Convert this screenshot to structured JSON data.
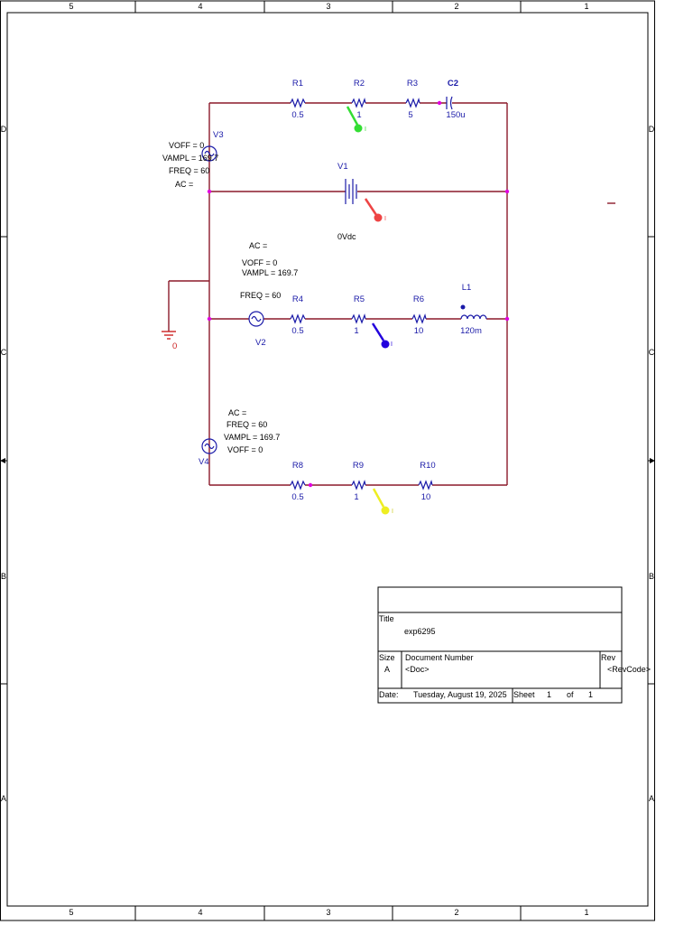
{
  "border": {
    "columns": [
      "5",
      "4",
      "3",
      "2",
      "1"
    ],
    "rows": [
      "D",
      "C",
      "B",
      "A"
    ]
  },
  "parts": {
    "R1": {
      "ref": "R1",
      "value": "0.5"
    },
    "R2": {
      "ref": "R2",
      "value": "1"
    },
    "R3": {
      "ref": "R3",
      "value": "5"
    },
    "C2": {
      "ref": "C2",
      "value": "150u"
    },
    "V1": {
      "ref": "V1",
      "value": "0Vdc"
    },
    "R4": {
      "ref": "R4",
      "value": "0.5"
    },
    "R5": {
      "ref": "R5",
      "value": "1"
    },
    "R6": {
      "ref": "R6",
      "value": "10"
    },
    "L1": {
      "ref": "L1",
      "value": "120m"
    },
    "R8": {
      "ref": "R8",
      "value": "0.5"
    },
    "R9": {
      "ref": "R9",
      "value": "1"
    },
    "R10": {
      "ref": "R10",
      "value": "10"
    }
  },
  "sources": {
    "V3": {
      "ref": "V3",
      "voff": "VOFF = 0",
      "vampl": "VAMPL = 169.7",
      "freq": "FREQ = 60",
      "ac": "AC ="
    },
    "V2": {
      "ref": "V2",
      "ac": "AC =",
      "voff": "VOFF = 0",
      "vampl": "VAMPL = 169.7",
      "freq": "FREQ = 60"
    },
    "V4": {
      "ref": "V4",
      "ac": "AC =",
      "freq": "FREQ = 60",
      "vampl": "VAMPL = 169.7",
      "voff": "VOFF = 0"
    }
  },
  "ground": {
    "label": "0"
  },
  "probes": {
    "green": {
      "label": "I",
      "color": "#33dd33"
    },
    "red": {
      "label": "I",
      "color": "#ee4444"
    },
    "blue": {
      "label": "I",
      "color": "#2200dd"
    },
    "yellow": {
      "label": "I",
      "color": "#eeee22"
    }
  },
  "title_block": {
    "title_label": "Title",
    "title": "exp6295",
    "size_label": "Size",
    "size": "A",
    "docnum_label": "Document  Number",
    "doc": "<Doc>",
    "rev_label": "Rev",
    "rev": "<RevCode>",
    "date_label": "Date:",
    "date": "Tuesday, August 19, 2025",
    "sheet_label": "Sheet",
    "sheet": "1",
    "of_label": "of",
    "of": "1"
  },
  "colors": {
    "wire": "#8b1a2a",
    "part": "#1a1aa8",
    "node": "#e000e0"
  }
}
